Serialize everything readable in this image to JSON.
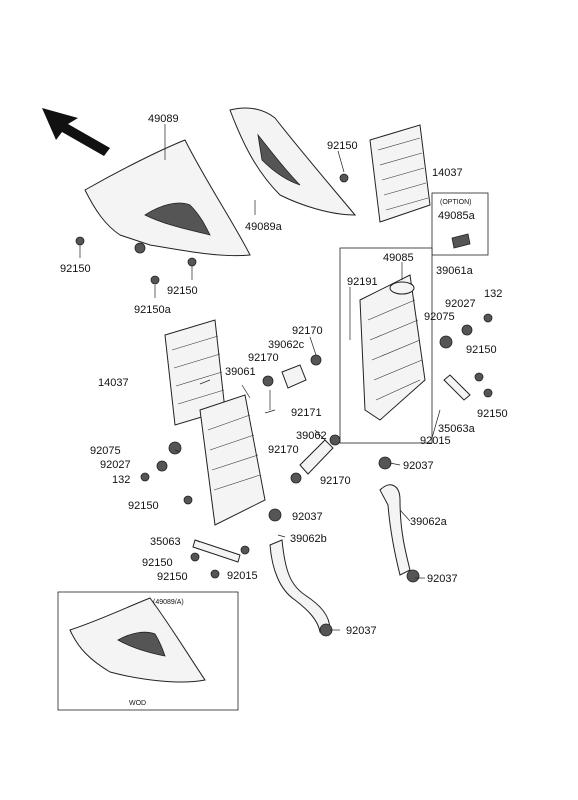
{
  "option_box": {
    "title": "(OPTION)",
    "part": "49085a"
  },
  "inset_box": {
    "title": "(49089/A)",
    "caption": "WOD"
  },
  "labels": {
    "l49089": "49089",
    "l49089a": "49089a",
    "l92150_top": "92150",
    "l14037_top": "14037",
    "l92150_left": "92150",
    "l92150a": "92150a",
    "l92150_mid": "92150",
    "l49085": "49085",
    "l39061a": "39061a",
    "l92191": "92191",
    "l92027_r": "92027",
    "l132_r": "132",
    "l92075_r": "92075",
    "l92170_a": "92170",
    "l39062c": "39062c",
    "l92170_b": "92170",
    "l39061": "39061",
    "l92150_r": "92150",
    "l14037_left": "14037",
    "l92171": "92171",
    "l92150_r2": "92150",
    "l35063a": "35063a",
    "l39062": "39062",
    "l92015_r": "92015",
    "l92170_c": "92170",
    "l92170_d": "92170",
    "l92037_a": "92037",
    "l92075_l": "92075",
    "l92027_l": "92027",
    "l132_l": "132",
    "l92150_l2": "92150",
    "l92037_b": "92037",
    "l39062a": "39062a",
    "l35063": "35063",
    "l39062b": "39062b",
    "l92150_l3": "92150",
    "l92150_l4": "92150",
    "l92015_l": "92015",
    "l92037_c": "92037",
    "l92037_d": "92037"
  }
}
